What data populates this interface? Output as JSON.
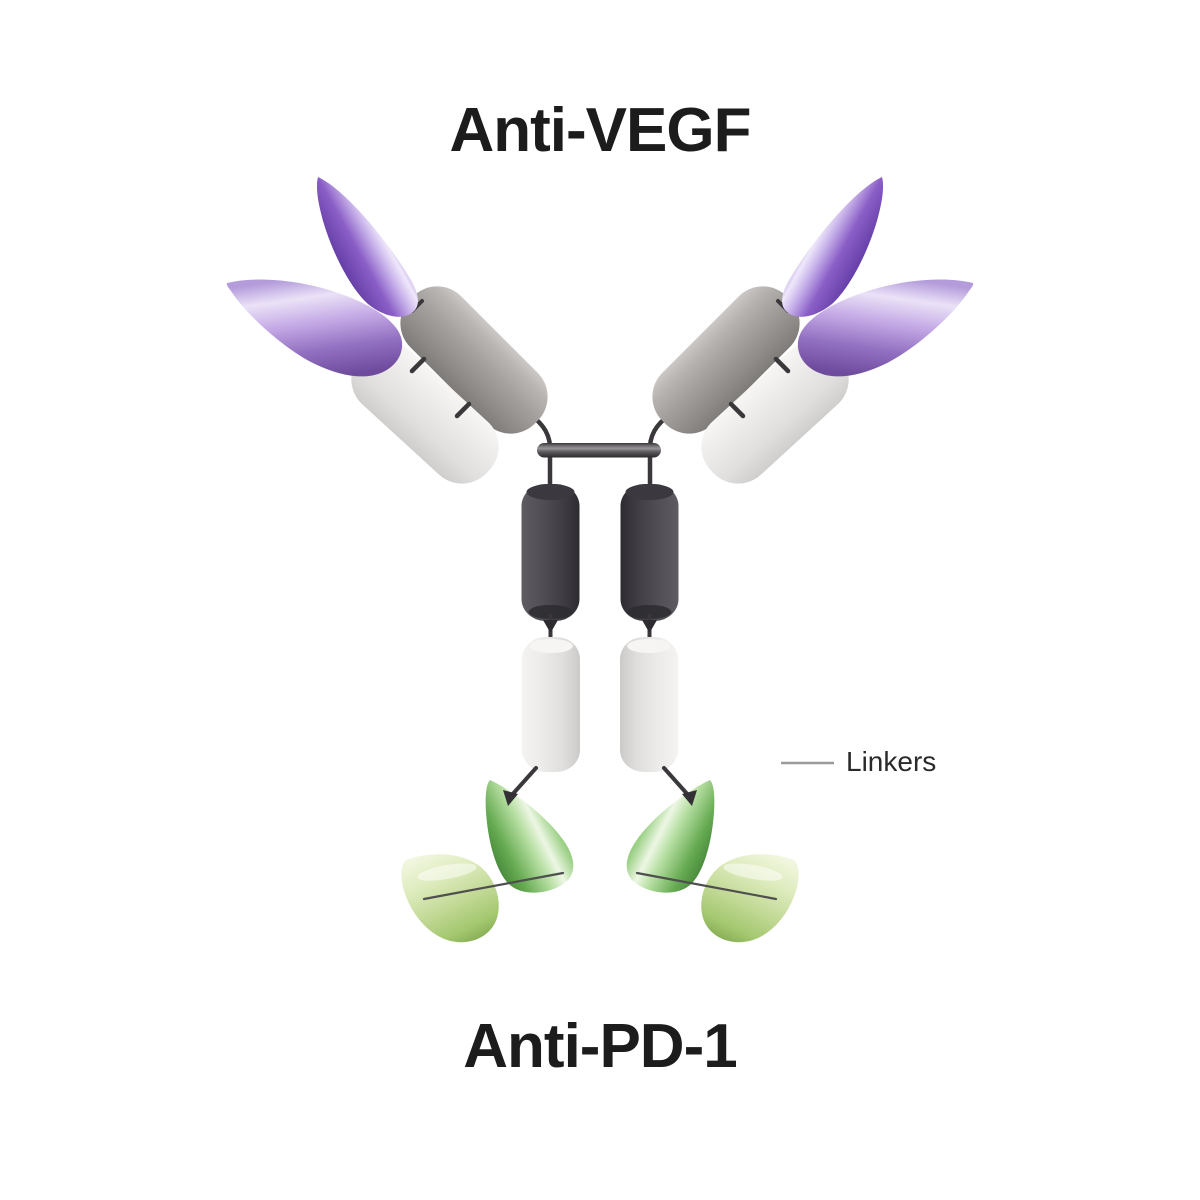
{
  "labels": {
    "top_target": "Anti-VEGF",
    "bottom_target": "Anti-PD-1",
    "linkers": "Linkers"
  },
  "colors": {
    "background": "#ffffff",
    "text": "#1c1c1c",
    "pointer_line": "#9b9b9b",
    "connector": "#3a383b",
    "thin_linker_line": "#4f4f4f",
    "hinge_bar": "#5a575a",
    "variable_domain_purple_dark": "#5d37a0",
    "variable_domain_purple_light": "#a586d2",
    "constant_domain_gray": "#a3a09e",
    "constant_domain_white": "#e9e8e6",
    "ch2_domain_dark": "#454249",
    "ch3_domain_white": "#e7e6e4",
    "scfv_green_dark": "#6cb258",
    "scfv_green_light": "#c0d893"
  }
}
